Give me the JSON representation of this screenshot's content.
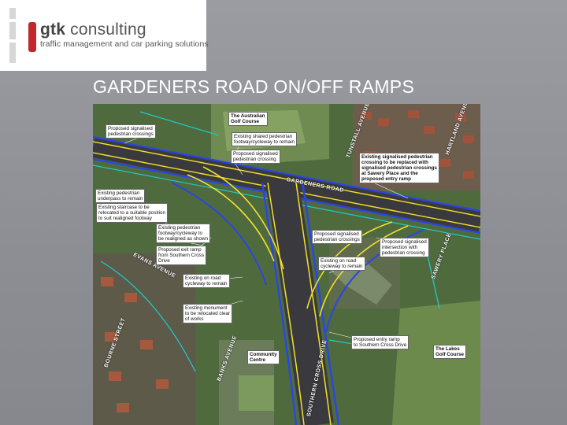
{
  "logo": {
    "brand_bold": "gtk",
    "brand_rest": " consulting",
    "tagline": "traffic management and car parking solutions"
  },
  "slide": {
    "title": "GARDENERS ROAD ON/OFF RAMPS"
  },
  "map": {
    "labels": [
      "Proposed signalised\npedestrian crossings",
      "The Australian\nGolf Course",
      "Existing shared pedestrian\nfootway/cycleway to remain",
      "Proposed signalised\npedestrian crossing",
      "Existing signalised pedestrian\ncrossing to be replaced with\nsignalised pedestrian crossings\nat Sawery Place and the\nproposed entry ramp",
      "Existing pedestrian\nunderpass to remain",
      "Existing staircase to be\nrelocated to a suitable position\nto suit realigned footway",
      "Existing pedestrian\nfootway/cycleway to\nbe realigned as shown",
      "Proposed exit ramp\nfrom Southern Cross\nDrive",
      "Proposed signalised\npedestrian crossings",
      "Proposed signalised\nintersection with\npedestrian crossing",
      "Existing on road\ncycleway to remain",
      "Existing on road\ncycleway to remain",
      "Existing monument\nto be relocated clear\nof works",
      "Proposed entry ramp\nto Southern Cross Drive",
      "Community\nCentre",
      "The Lakes\nGolf Course"
    ],
    "streets": [
      "GARDENERS ROAD",
      "TUNSTALL AVENUE",
      "HARTLAND AVENUE",
      "EVANS AVENUE",
      "BANKS AVENUE",
      "BOURNE STREET",
      "SOUTHERN CROSS DRIVE",
      "SAWERY PLACE"
    ]
  },
  "colors": {
    "slide_bg": "#8d8f95",
    "title": "#ffffff",
    "logo_accent": "#c0282d",
    "road_yellow": "#f2e12b",
    "path_blue": "#2a45e6",
    "path_cyan": "#1fc9c9"
  }
}
